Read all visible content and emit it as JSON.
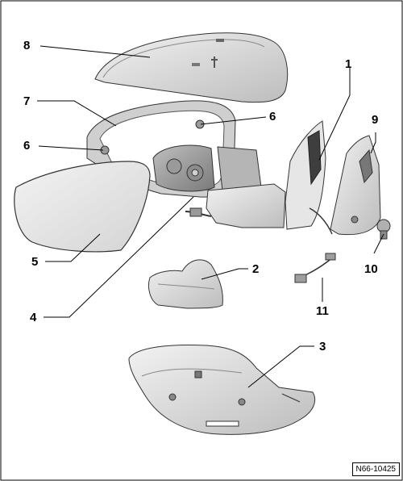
{
  "diagram": {
    "callouts": {
      "c1": "1",
      "c2": "2",
      "c3": "3",
      "c4": "4",
      "c5": "5",
      "c6a": "6",
      "c6b": "6",
      "c7": "7",
      "c8": "8",
      "c9": "9",
      "c10": "10",
      "c11": "11"
    },
    "reference": "N66-10425",
    "colors": {
      "line": "#000000",
      "part_fill": "#d9d9d9",
      "part_light": "#eeeeee",
      "part_dark": "#a6a6a6",
      "glass_fill": "#e6e6e6"
    }
  }
}
